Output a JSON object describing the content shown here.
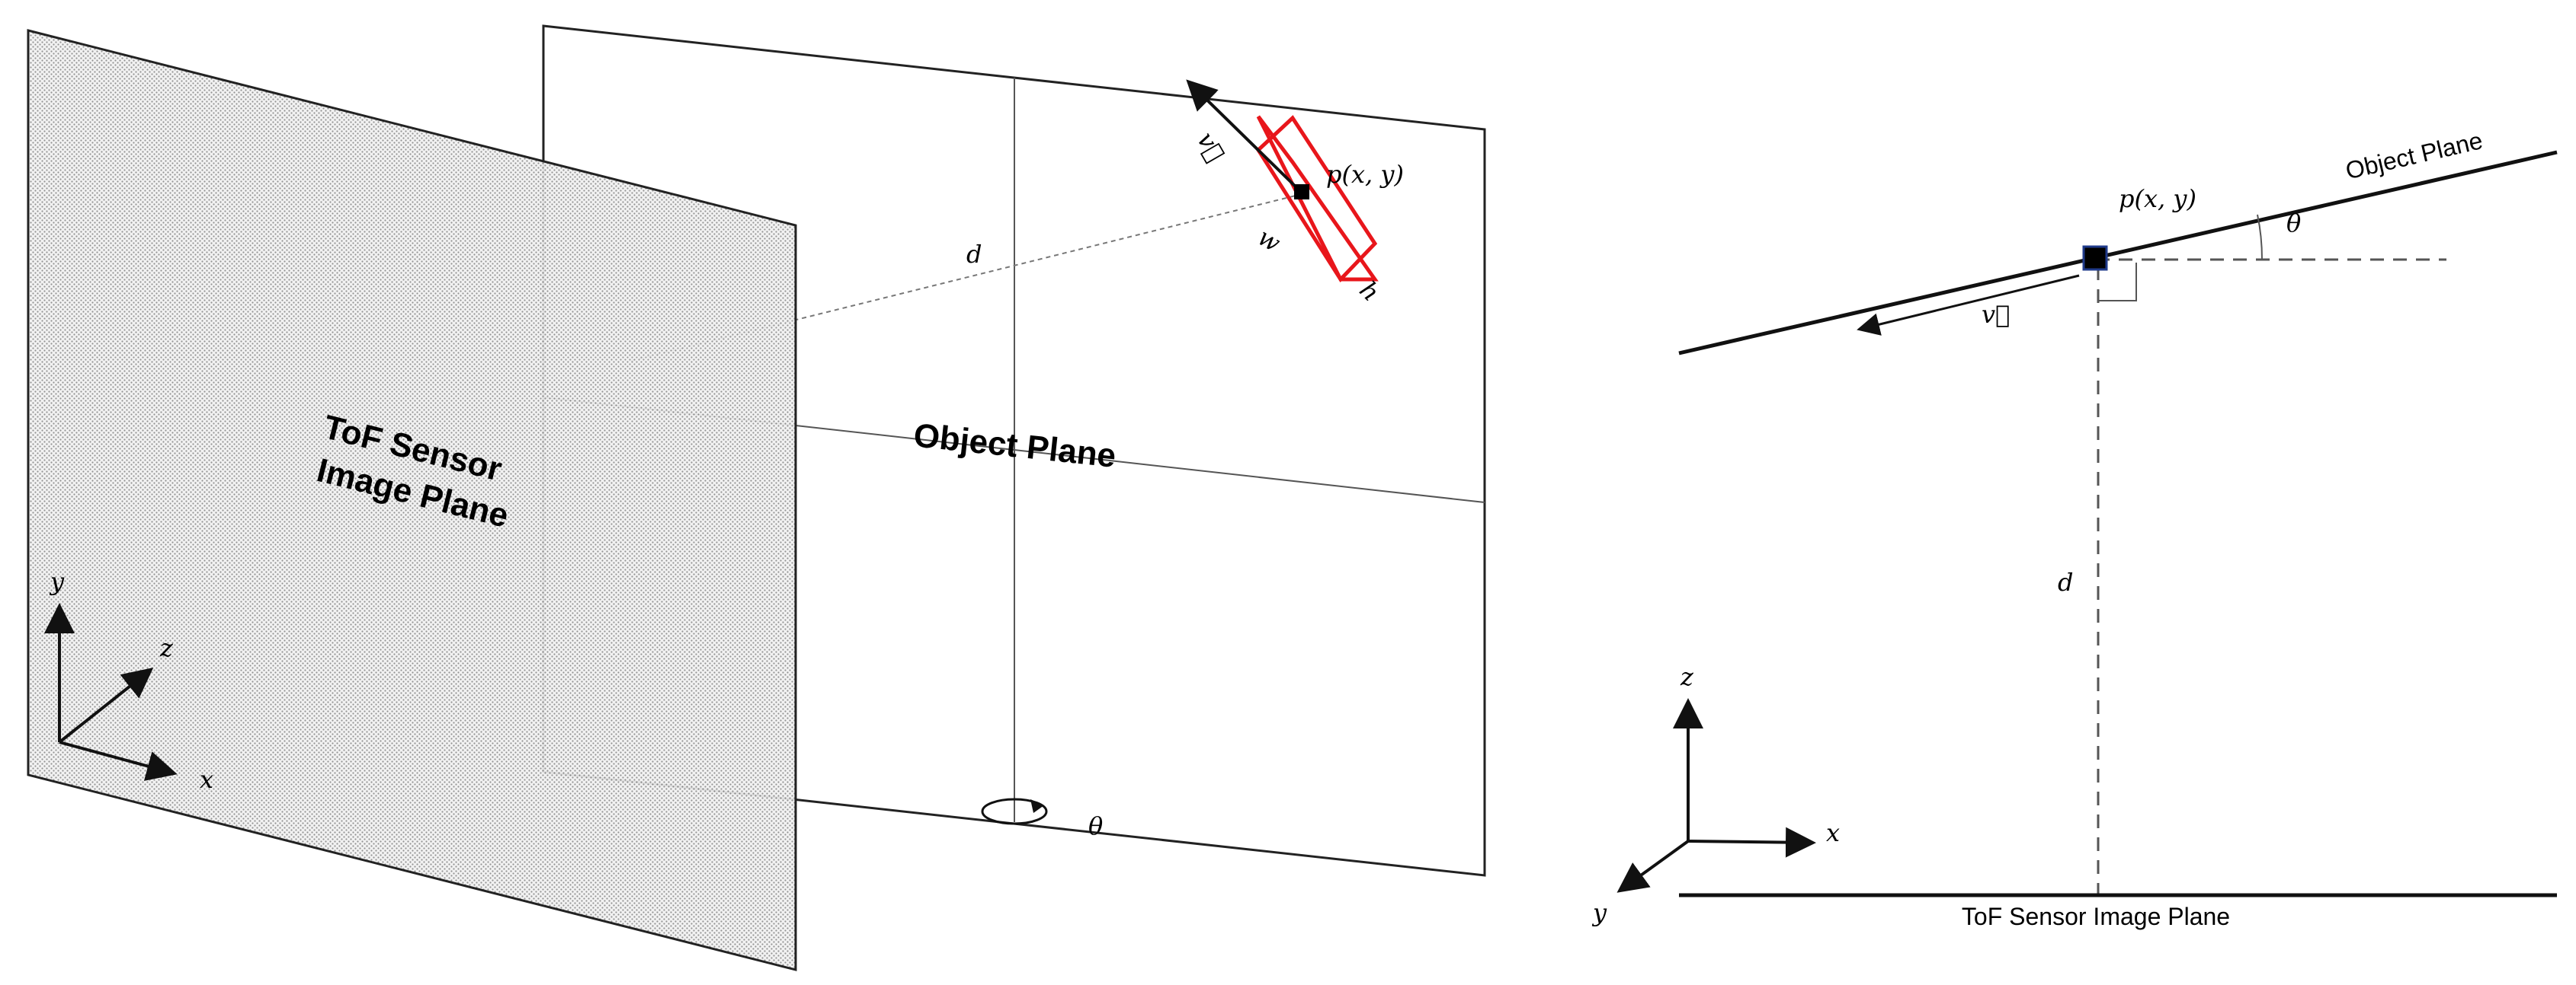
{
  "left_panel": {
    "sensor_plane_label_line1": "ToF Sensor",
    "sensor_plane_label_line2": "Image Plane",
    "object_plane_label": "Object Plane",
    "point_label": "p(x, y)",
    "vector_label": "v⃗",
    "width_label": "w",
    "height_label": "h",
    "distance_label": "d",
    "rotation_label": "θ",
    "axis_x": "x",
    "axis_y": "y",
    "axis_z": "z"
  },
  "right_panel": {
    "object_plane_label": "Object Plane",
    "sensor_plane_label": "ToF Sensor Image Plane",
    "point_label": "p(x, y)",
    "angle_label": "θ",
    "vector_label": "v⃗",
    "distance_label": "d",
    "axis_x": "x",
    "axis_y": "y",
    "axis_z": "z"
  },
  "colors": {
    "line": "#111111",
    "grid_line": "#555555",
    "highlight_box": "#e8161b",
    "sensor_fill": "#d9d9d9"
  }
}
